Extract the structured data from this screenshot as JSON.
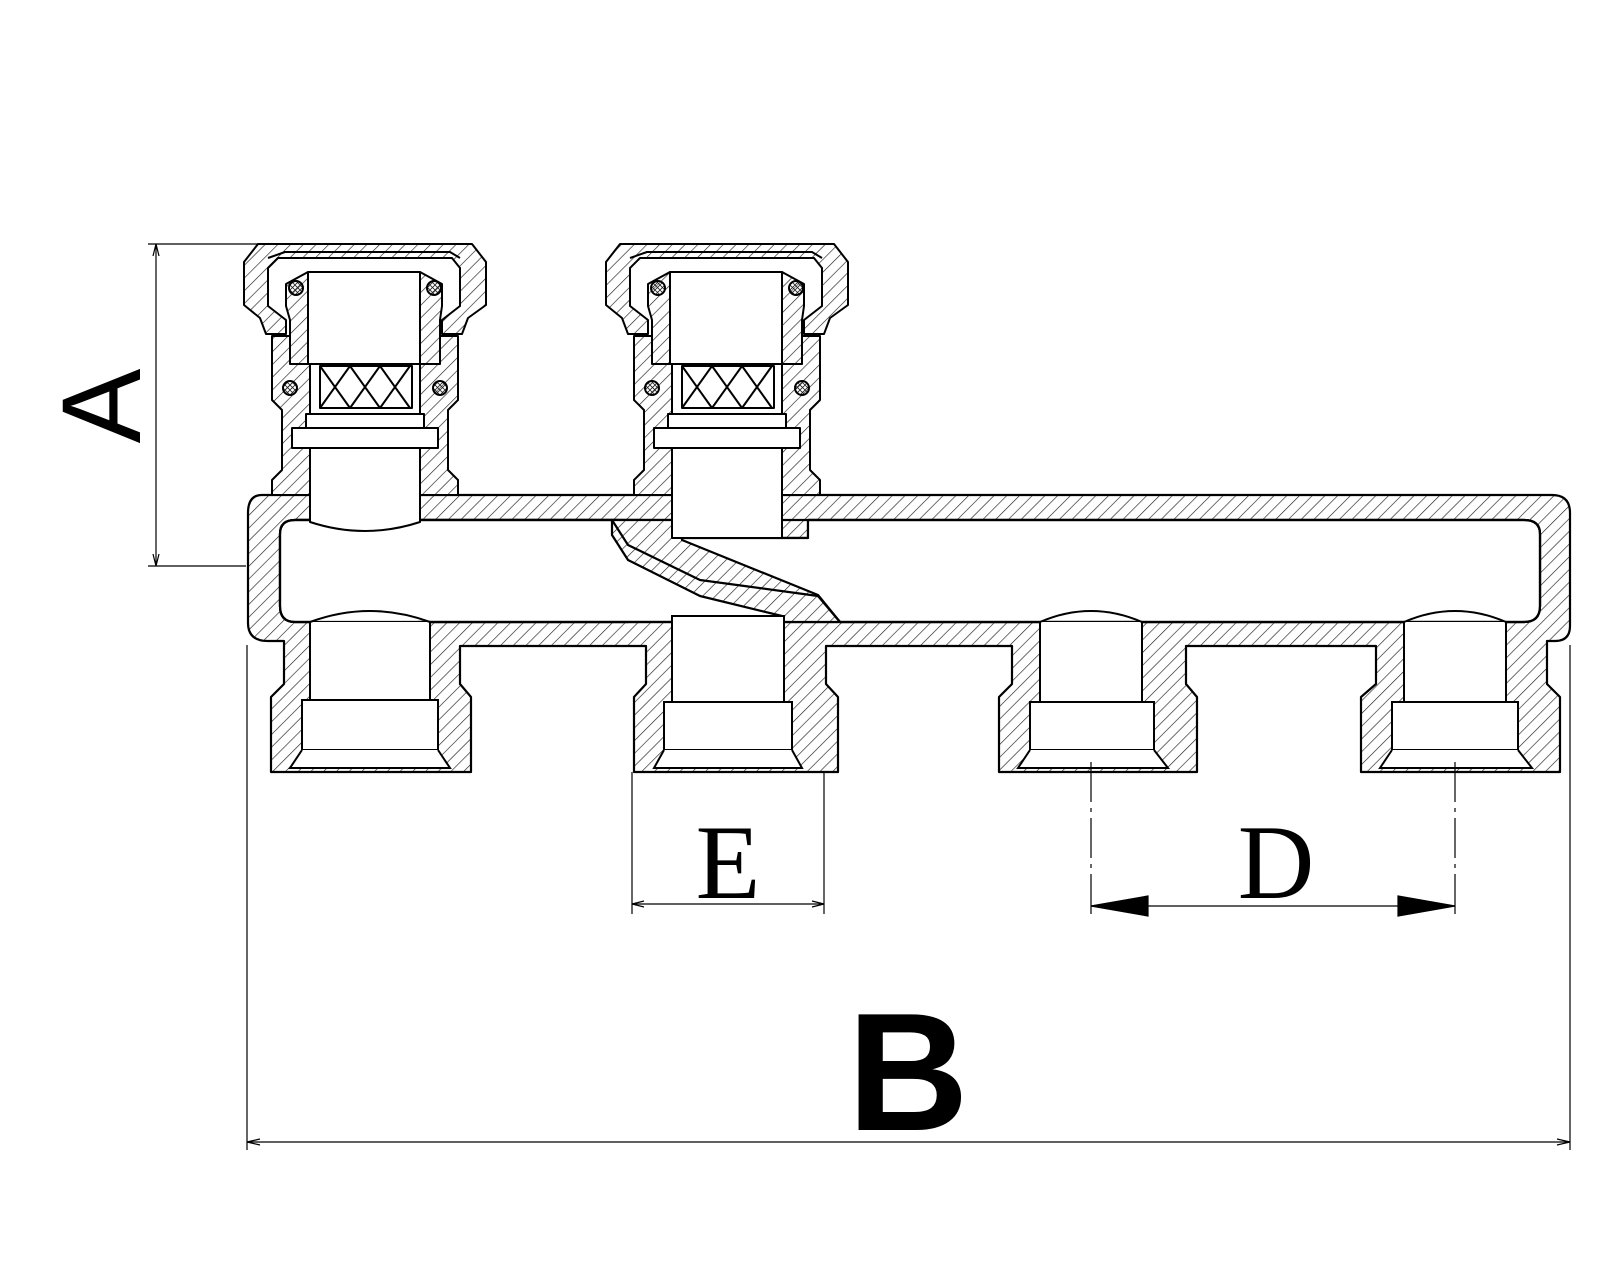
{
  "dimensions": {
    "a": "A",
    "b": "B",
    "d": "D",
    "e": "E"
  },
  "colors": {
    "line": "#000000",
    "hatch": "#222222",
    "background": "#ffffff"
  }
}
